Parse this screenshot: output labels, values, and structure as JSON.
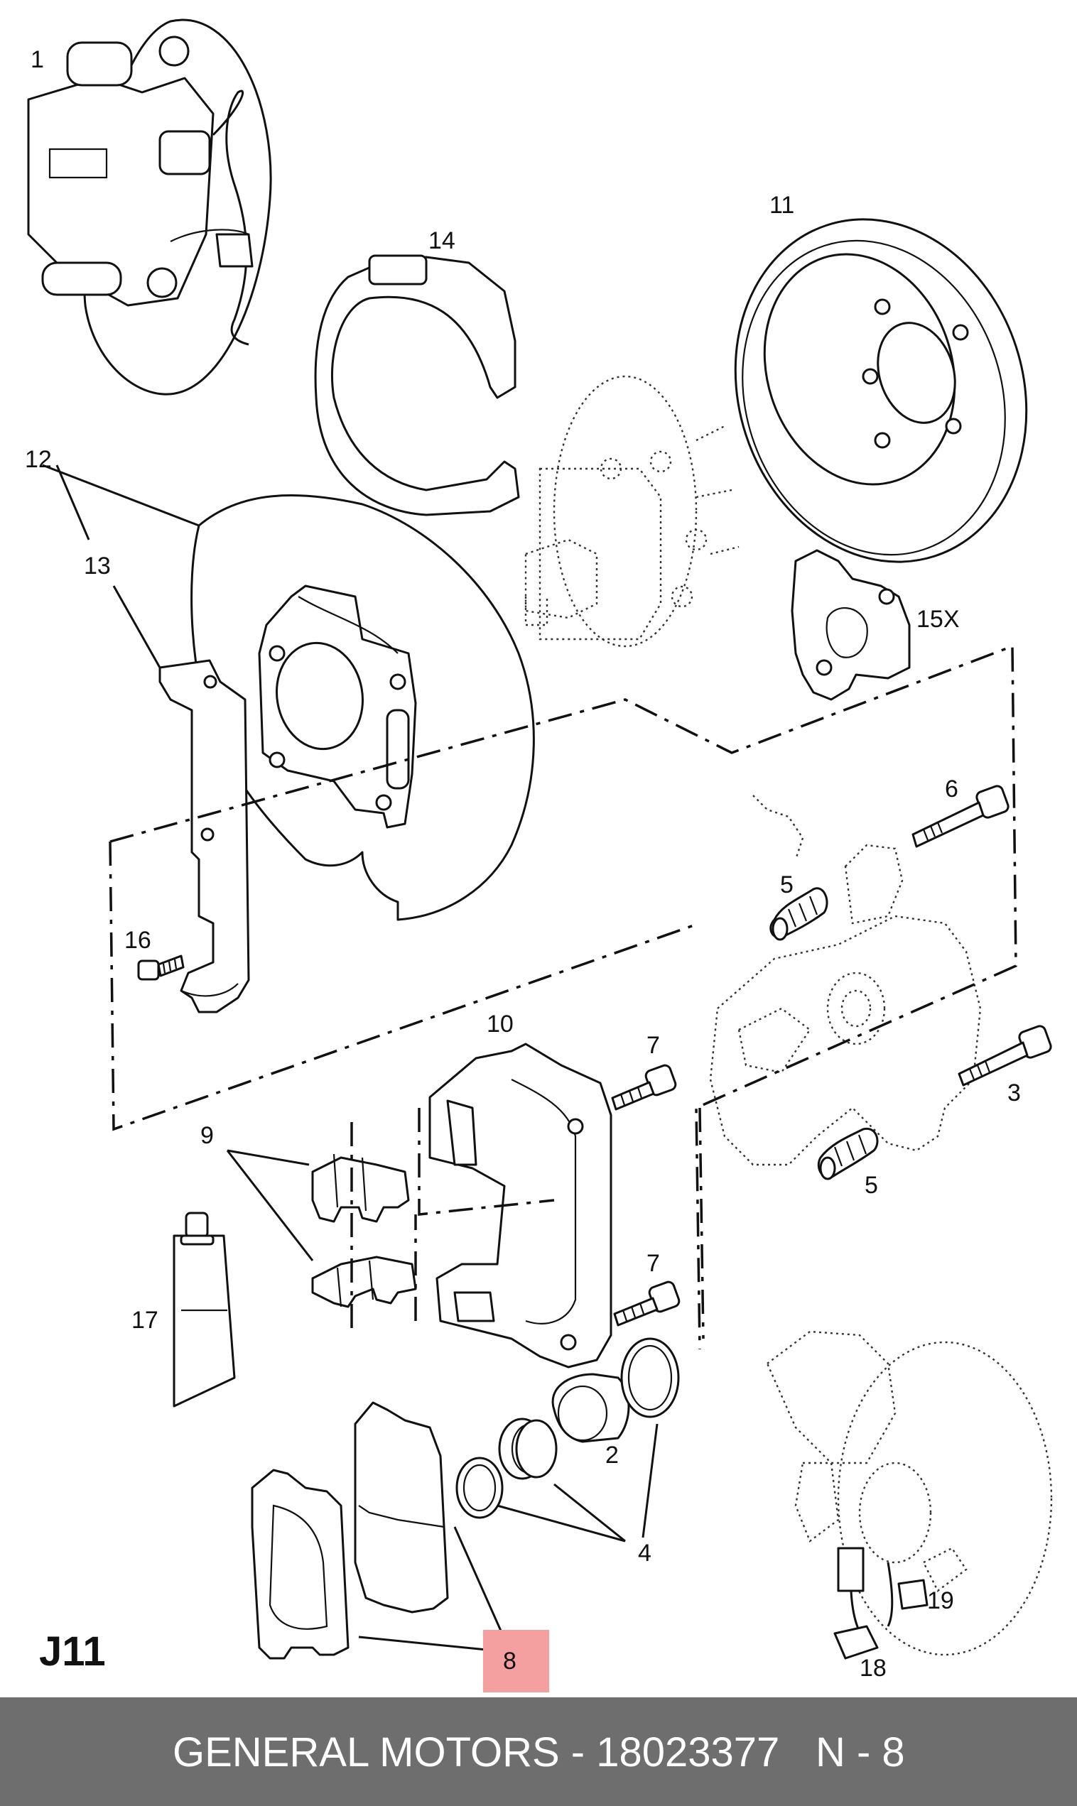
{
  "diagram": {
    "page_code": "J11",
    "highlight_color": "#f4a0a0",
    "callouts": {
      "c1": "1",
      "c2": "2",
      "c3": "3",
      "c4": "4",
      "c5a": "5",
      "c5b": "5",
      "c6": "6",
      "c7a": "7",
      "c7b": "7",
      "c8": "8",
      "c9": "9",
      "c10": "10",
      "c11": "11",
      "c12": "12",
      "c13": "13",
      "c14": "14",
      "c15x": "15X",
      "c16": "16",
      "c17": "17",
      "c18": "18",
      "c19": "19"
    }
  },
  "footer": {
    "manufacturer_part": "GENERAL MOTORS - 18023377",
    "page_ref": "N - 8",
    "background": "#6e6e6e"
  }
}
